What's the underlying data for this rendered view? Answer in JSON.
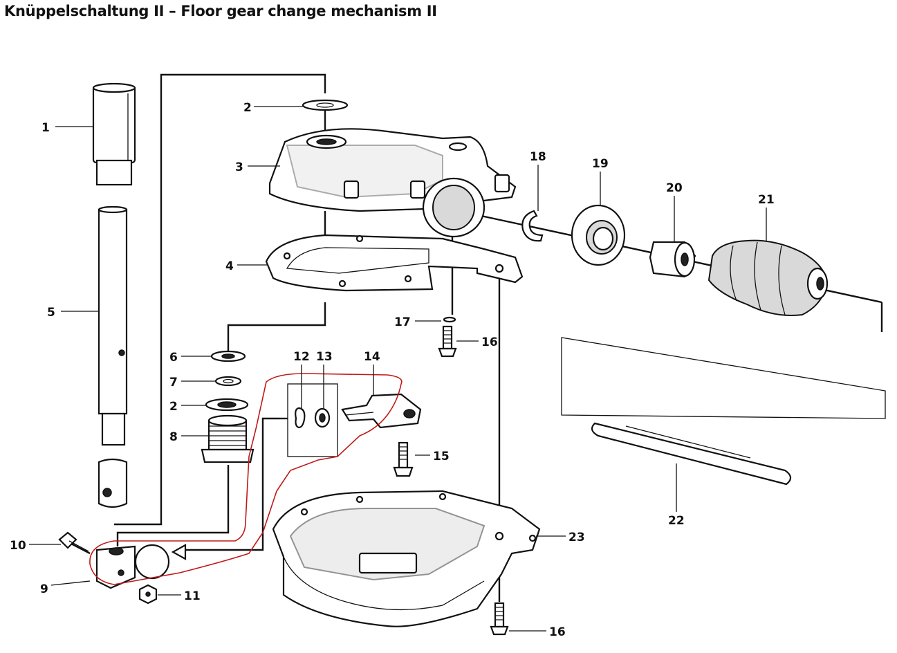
{
  "title": "Knüppelschaltung II – Floor gear change mechanism II",
  "labels": {
    "l1": "1",
    "l2a": "2",
    "l2b": "2",
    "l3": "3",
    "l4": "4",
    "l5": "5",
    "l6": "6",
    "l7": "7",
    "l8": "8",
    "l9": "9",
    "l10": "10",
    "l11": "11",
    "l12": "12",
    "l13": "13",
    "l14": "14",
    "l15": "15",
    "l16a": "16",
    "l16b": "16",
    "l17": "17",
    "l18": "18",
    "l19": "19",
    "l20": "20",
    "l21": "21",
    "l22": "22",
    "l23": "23"
  },
  "colors": {
    "ink": "#111111",
    "highlight": "#c01818",
    "paper": "#ffffff"
  }
}
